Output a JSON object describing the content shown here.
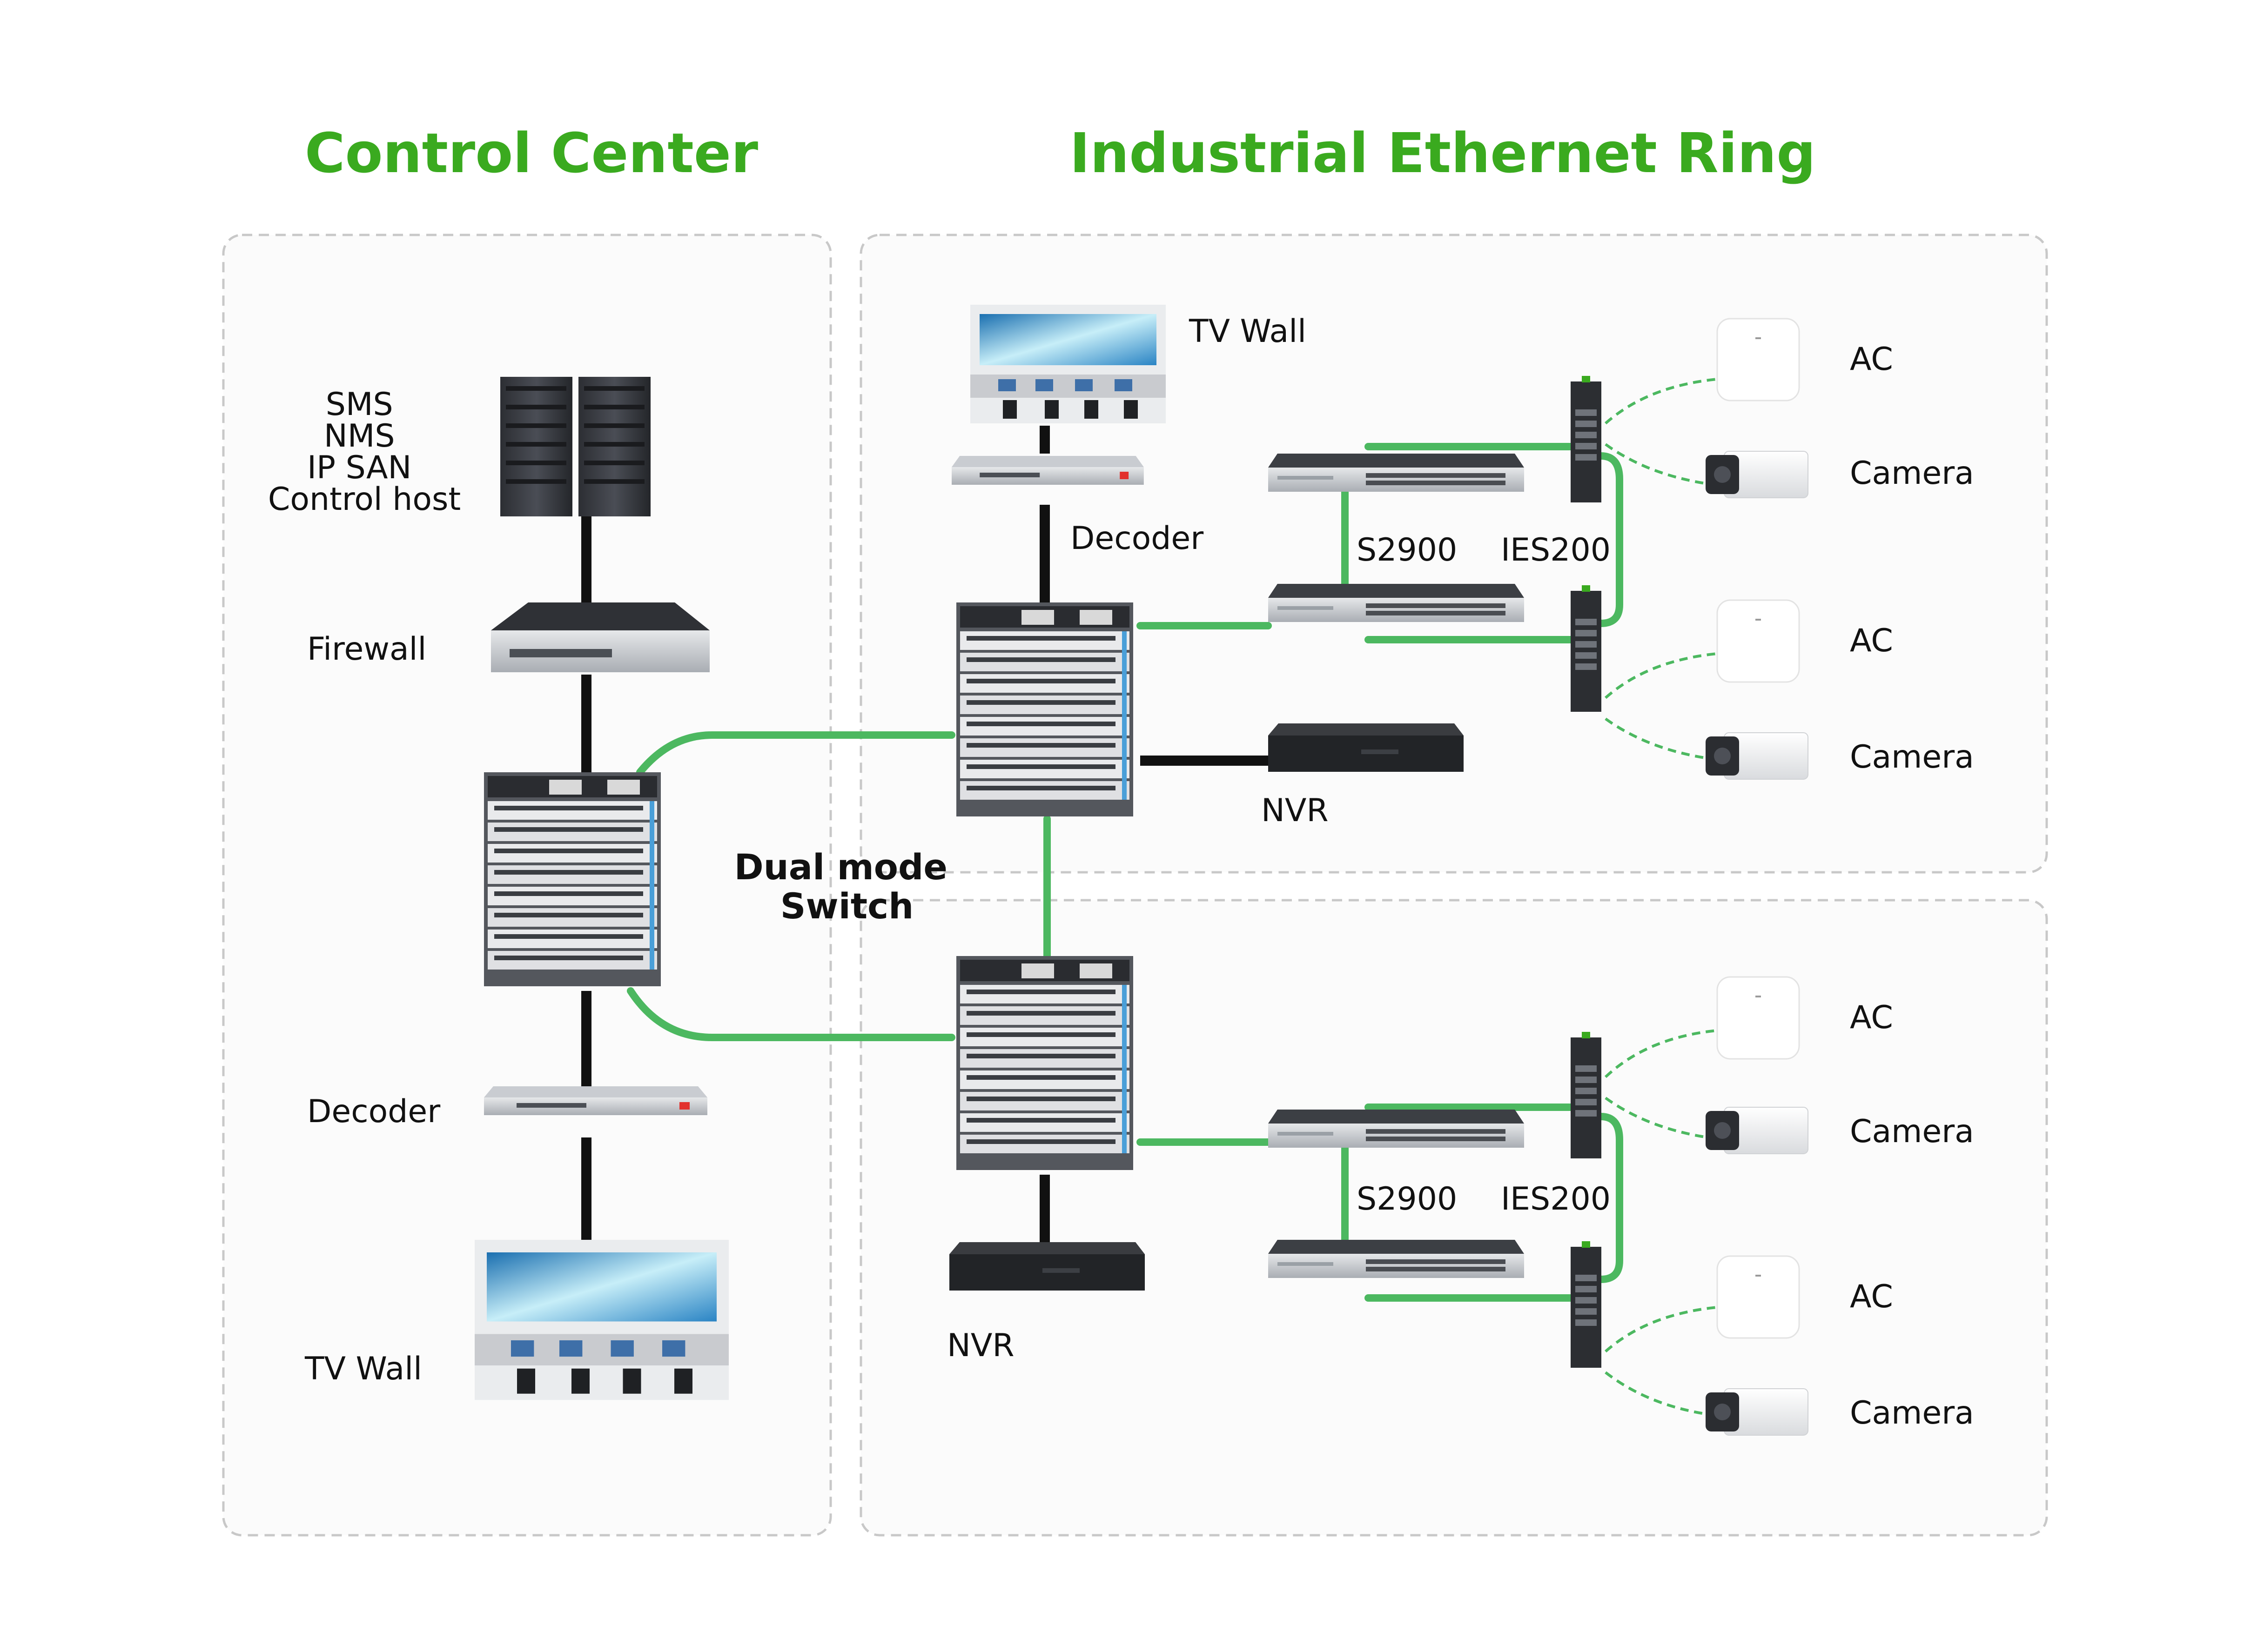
{
  "colors": {
    "accent": "#3aaa1f",
    "link_green": "#4cb860",
    "wire_black": "#111111",
    "panel_border": "#c8c8c8",
    "panel_fill": "#fbfbfb"
  },
  "titles": {
    "control_center": "Control Center",
    "industrial_ring": "Industrial Ethernet Ring"
  },
  "control_center": {
    "server_label_lines": [
      "SMS",
      "NMS",
      "IP SAN",
      "Control host"
    ],
    "firewall": "Firewall",
    "dual_mode_line1": "Dual mode",
    "dual_mode_line2": "Switch",
    "decoder": "Decoder",
    "tv_wall": "TV Wall"
  },
  "ring_top": {
    "tv_wall": "TV Wall",
    "decoder": "Decoder",
    "s2900": "S2900",
    "ies200": "IES200",
    "nvr": "NVR",
    "ac_1": "AC",
    "camera_1": "Camera",
    "ac_2": "AC",
    "camera_2": "Camera"
  },
  "ring_bottom": {
    "nvr": "NVR",
    "s2900": "S2900",
    "ies200": "IES200",
    "ac_1": "AC",
    "camera_1": "Camera",
    "ac_2": "AC",
    "camera_2": "Camera"
  },
  "icons": [
    "server-rack-icon",
    "firewall-icon",
    "chassis-switch-icon",
    "decoder-icon",
    "tv-wall-icon",
    "access-switch-icon",
    "industrial-switch-icon",
    "nvr-icon",
    "access-point-icon",
    "camera-icon"
  ]
}
